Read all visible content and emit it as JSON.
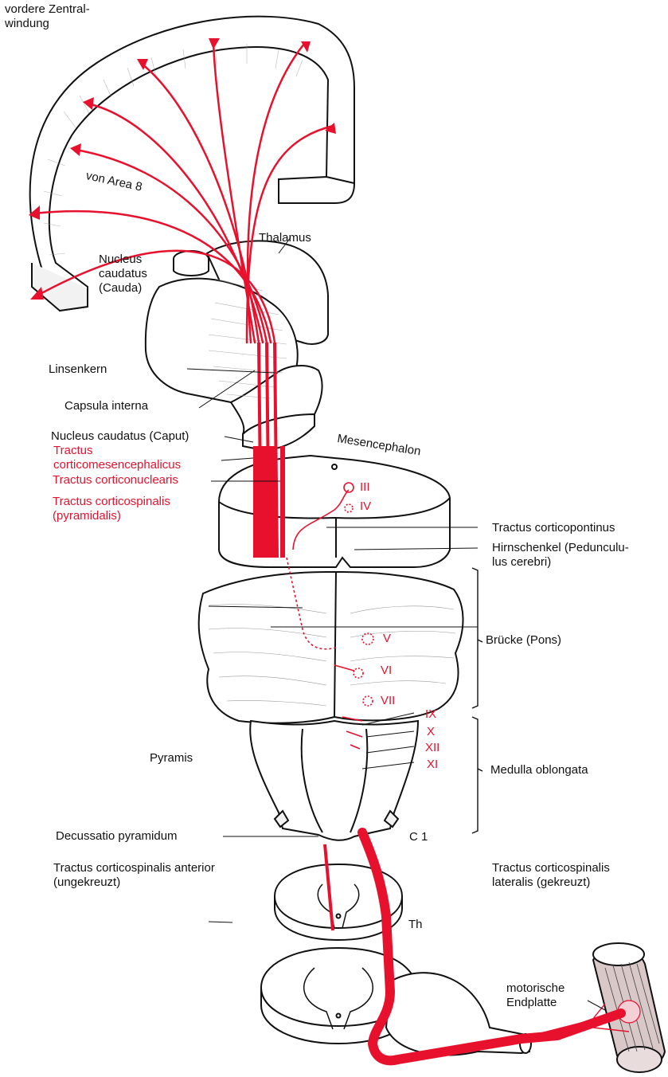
{
  "colors": {
    "tract": "#e8112d",
    "ink": "#111111",
    "paper": "#ffffff"
  },
  "labels": {
    "vordere_zentralwindung": [
      "vordere Zentral-",
      "windung"
    ],
    "von_area_8": "von Area 8",
    "thalamus": "Thalamus",
    "nucleus_caudatus_cauda": [
      "Nucleus",
      "caudatus",
      "(Cauda)"
    ],
    "linsenkern": "Linsenkern",
    "capsula_interna": "Capsula interna",
    "nucleus_caudatus_caput": "Nucleus caudatus (Caput)",
    "tractus_corticomesencephalicus": [
      "Tractus",
      "corticomesencephalicus"
    ],
    "tractus_corticonuclearis": "Tractus corticonuclearis",
    "tractus_corticospinalis": [
      "Tractus corticospinalis",
      "(pyramidalis)"
    ],
    "mesencephalon": "Mesencephalon",
    "tractus_corticopontinus": "Tractus corticopontinus",
    "hirnschenkel": [
      "Hirnschenkel (Pedunculu-",
      "lus cerebri)"
    ],
    "bruecke": "Brücke (Pons)",
    "medulla_oblongata": "Medulla oblongata",
    "pyramis": "Pyramis",
    "decussatio_pyramidum": "Decussatio pyramidum",
    "c1": "C 1",
    "tractus_corticospinalis_anterior": [
      "Tractus corticospinalis anterior",
      "(ungekreuzt)"
    ],
    "tractus_corticospinalis_lateralis": [
      "Tractus corticospinalis",
      "lateralis (gekreuzt)"
    ],
    "th": "Th",
    "motorische_endplatte": [
      "motorische",
      "Endplatte"
    ]
  },
  "cranial_nuclei": [
    "III",
    "IV",
    "V",
    "VI",
    "VII",
    "IX",
    "X",
    "XII",
    "XI"
  ]
}
